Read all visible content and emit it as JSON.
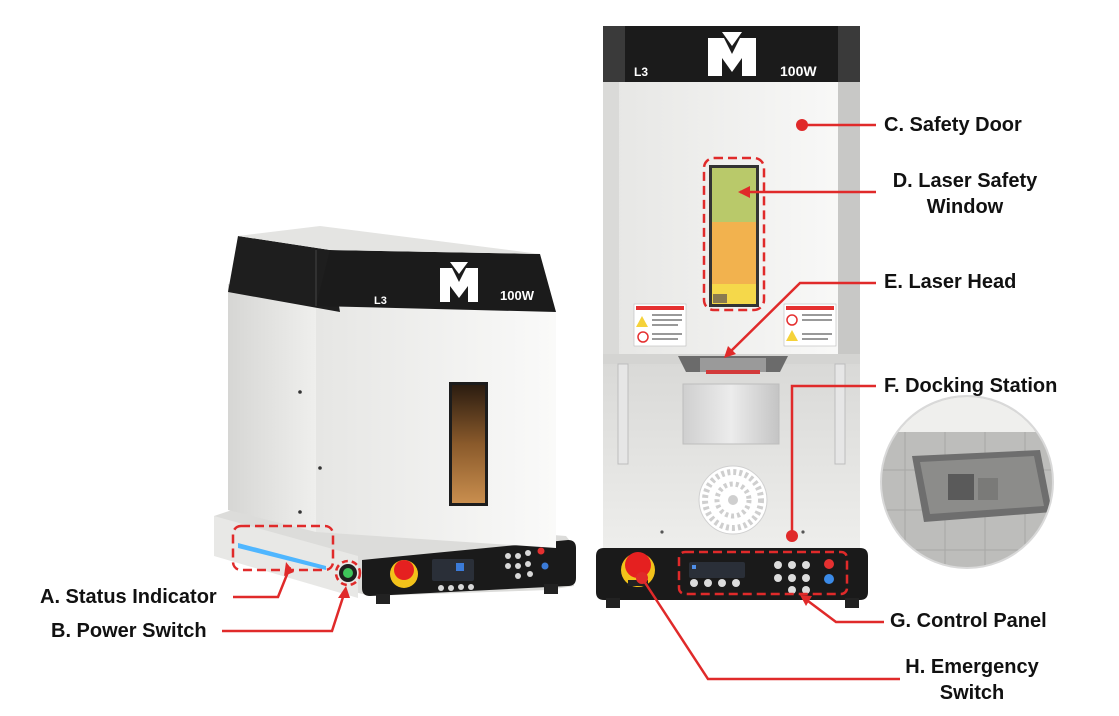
{
  "machine": {
    "model": "L3",
    "power": "100W",
    "logo_letters": "M"
  },
  "labels": {
    "a": "A. Status Indicator",
    "b": "B. Power Switch",
    "c": "C. Safety Door",
    "d_line1": "D. Laser Safety",
    "d_line2": "Window",
    "e": "E. Laser Head",
    "f": "F. Docking Station",
    "g": "G. Control Panel",
    "h_line1": "H. Emergency",
    "h_line2": "Switch"
  },
  "colors": {
    "callout": "#e02a2a",
    "body": "#f2f2f0",
    "top_band": "#1b1b1b",
    "status_light": "#4fb6ff",
    "window_green": "#b9c96a",
    "window_orange": "#f2b24e",
    "window_yellow": "#f5d84a",
    "estop": "#e52020"
  }
}
